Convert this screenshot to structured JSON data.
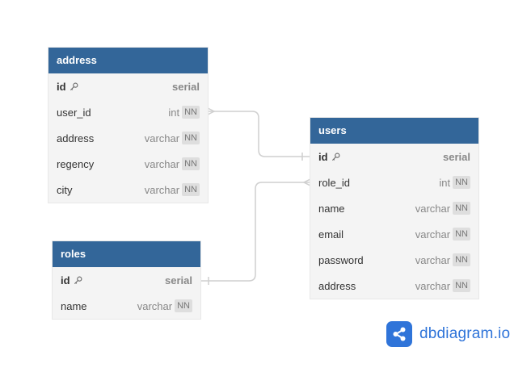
{
  "tables": {
    "address": {
      "name": "address",
      "fields": [
        {
          "name": "id",
          "type": "serial",
          "pk": true,
          "nn": false
        },
        {
          "name": "user_id",
          "type": "int",
          "pk": false,
          "nn": true
        },
        {
          "name": "address",
          "type": "varchar",
          "pk": false,
          "nn": true
        },
        {
          "name": "regency",
          "type": "varchar",
          "pk": false,
          "nn": true
        },
        {
          "name": "city",
          "type": "varchar",
          "pk": false,
          "nn": true
        }
      ]
    },
    "roles": {
      "name": "roles",
      "fields": [
        {
          "name": "id",
          "type": "serial",
          "pk": true,
          "nn": false
        },
        {
          "name": "name",
          "type": "varchar",
          "pk": false,
          "nn": true
        }
      ]
    },
    "users": {
      "name": "users",
      "fields": [
        {
          "name": "id",
          "type": "serial",
          "pk": true,
          "nn": false
        },
        {
          "name": "role_id",
          "type": "int",
          "pk": false,
          "nn": true
        },
        {
          "name": "name",
          "type": "varchar",
          "pk": false,
          "nn": true
        },
        {
          "name": "email",
          "type": "varchar",
          "pk": false,
          "nn": true
        },
        {
          "name": "password",
          "type": "varchar",
          "pk": false,
          "nn": true
        },
        {
          "name": "address",
          "type": "varchar",
          "pk": false,
          "nn": true
        }
      ]
    }
  },
  "nn_label": "NN",
  "relationships": [
    {
      "from": "address.user_id",
      "from_cardinality": "many",
      "to": "users.id",
      "to_cardinality": "one"
    },
    {
      "from": "users.role_id",
      "from_cardinality": "many",
      "to": "roles.id",
      "to_cardinality": "one"
    }
  ],
  "colors": {
    "header": "#336699",
    "table_bg": "#f4f4f4",
    "edge": "#cfcfcf",
    "brand": "#2f74d9"
  },
  "branding": {
    "logo_icon": "share-nodes-icon",
    "text": "dbdiagram.io"
  }
}
